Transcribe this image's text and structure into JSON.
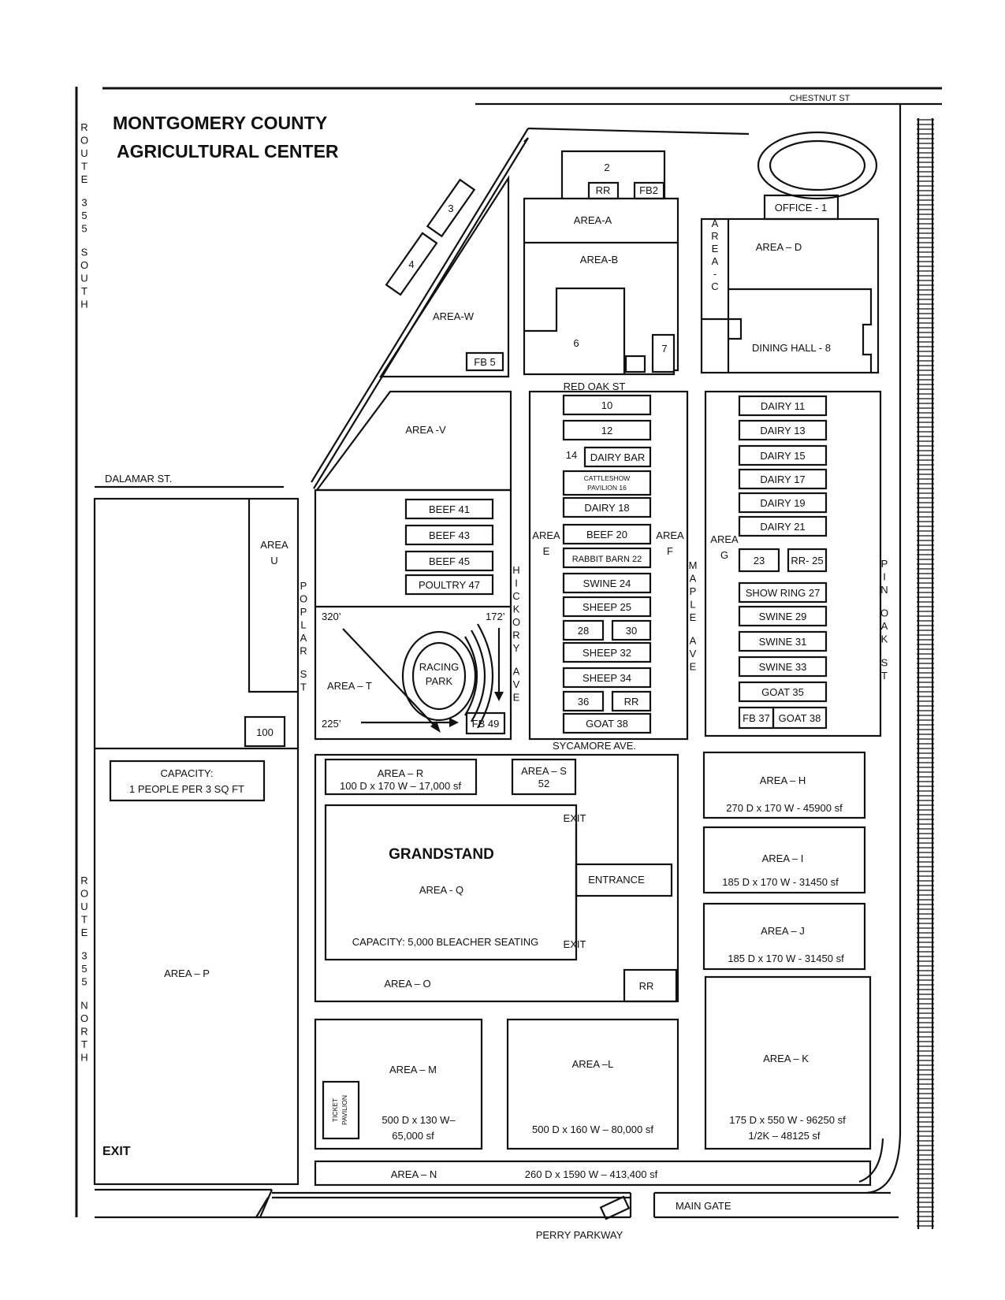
{
  "title": [
    "MONTGOMERY COUNTY",
    "AGRICULTURAL CENTER"
  ],
  "streets": {
    "chestnut": "CHESTNUT ST",
    "route_south": "ROUTE 355 SOUTH",
    "route_north": "ROUTE 355 NORTH",
    "dalamar": "DALAMAR ST.",
    "red_oak": "RED OAK ST",
    "sycamore": "SYCAMORE AVE.",
    "poplar": "POPLAR ST",
    "hickory": "HICKORY AVE",
    "maple": "MAPLE AVE",
    "pin_oak": "PIN OAK ST",
    "perry": "PERRY PARKWAY",
    "main_gate": "MAIN GATE",
    "exit": "EXIT"
  },
  "north": {
    "b2": "2",
    "rr": "RR",
    "fb2": "FB2",
    "b3": "3",
    "b4": "4",
    "office": "OFFICE - 1",
    "area_a": "AREA-A",
    "area_b": "AREA-B",
    "area_c": "AREA-C",
    "area_d": "AREA – D",
    "area_w": "AREA-W",
    "fb5": "FB 5",
    "b6": "6",
    "b7": "7",
    "dining": "DINING HALL - 8"
  },
  "middle": {
    "area_v": "AREA -V",
    "beef": [
      "BEEF 41",
      "BEEF 43",
      "BEEF 45",
      "POULTRY 47"
    ],
    "area_u": [
      "AREA",
      "U"
    ],
    "area_t": "AREA – T",
    "racing": [
      "RACING",
      "PARK"
    ],
    "d320": "320’",
    "d172": "172’",
    "d225": "225’",
    "fb49": "FB 49",
    "b100": "100",
    "col_e": [
      "10",
      "12",
      "DAIRY BAR",
      "CATTLESHOW",
      "PAVILION 16",
      "DAIRY 18",
      "BEEF 20",
      "RABBIT BARN 22",
      "SWINE 24",
      "SHEEP 25",
      "28",
      "30",
      "SHEEP 32",
      "SHEEP 34",
      "36",
      "RR",
      "GOAT 38"
    ],
    "b14": "14",
    "area_e": [
      "AREA",
      "E"
    ],
    "area_f": [
      "AREA",
      "F"
    ],
    "area_g": [
      "AREA",
      "G"
    ],
    "col_g": [
      "DAIRY 11",
      "DAIRY 13",
      "DAIRY 15",
      "DAIRY 17",
      "DAIRY 19",
      "DAIRY 21",
      "23",
      "RR- 25",
      "SHOW RING 27",
      "SWINE 29",
      "SWINE 31",
      "SWINE 33",
      "GOAT 35",
      "FB 37",
      "GOAT 38"
    ]
  },
  "south": {
    "capacity": [
      "CAPACITY:",
      "1 PEOPLE PER 3 SQ FT"
    ],
    "area_p": "AREA – P",
    "area_r": [
      "AREA – R",
      "100 D x 170 W – 17,000 sf"
    ],
    "area_s": [
      "AREA – S",
      "52"
    ],
    "grandstand": "GRANDSTAND",
    "area_q": "AREA - Q",
    "bleacher": "CAPACITY: 5,000 BLEACHER SEATING",
    "exit": "EXIT",
    "entrance": "ENTRANCE",
    "area_o": "AREA – O",
    "rr": "RR",
    "area_h": [
      "AREA – H",
      "270 D x 170 W - 45900 sf"
    ],
    "area_i": [
      "AREA – I",
      "185 D x 170 W - 31450 sf"
    ],
    "area_j": [
      "AREA – J",
      "185 D x 170 W - 31450 sf"
    ],
    "area_m": [
      "AREA – M",
      "500 D x 130 W–",
      "65,000 sf"
    ],
    "ticket": [
      "TICKET",
      "PAVILION"
    ],
    "area_l": [
      "AREA –L",
      "500 D x 160 W – 80,000 sf"
    ],
    "area_k": [
      "AREA – K",
      "175 D x 550 W - 96250 sf",
      "1/2K – 48125 sf"
    ],
    "area_n": "AREA – N",
    "area_n_size": "260 D x 1590 W – 413,400 sf"
  }
}
